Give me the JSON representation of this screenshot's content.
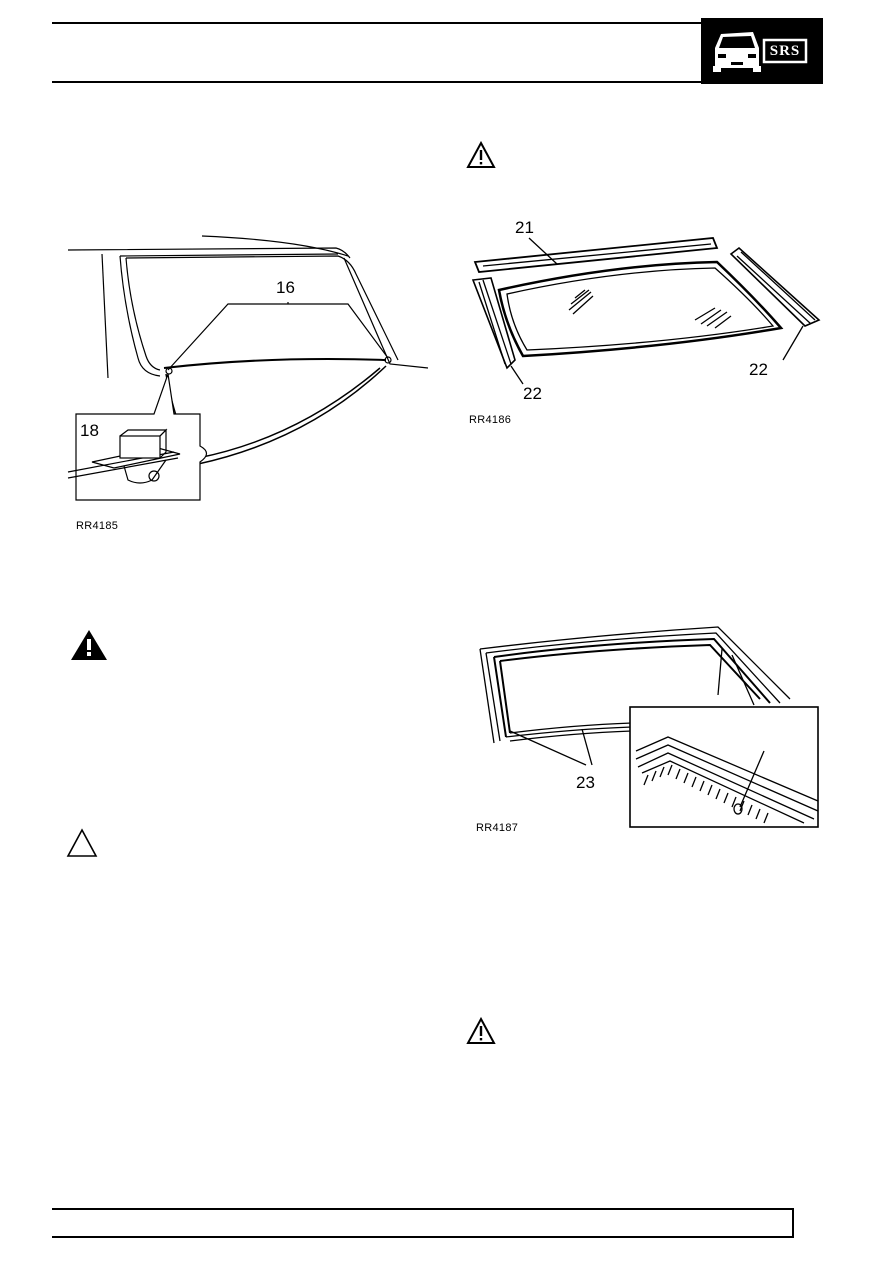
{
  "header": {
    "badge_label": "SRS",
    "badge_icon": "car-front-icon"
  },
  "figures": [
    {
      "id": "fig-1",
      "caption": "RR4185",
      "callouts": [
        "16",
        "18"
      ]
    },
    {
      "id": "fig-2",
      "caption": "RR4186",
      "callouts": [
        "21",
        "22",
        "22"
      ]
    },
    {
      "id": "fig-3",
      "caption": "RR4187",
      "callouts": [
        "23"
      ]
    }
  ],
  "icons": {
    "caution_1": "caution-triangle-icon",
    "warning": "warning-triangle-icon",
    "note": "note-triangle-icon",
    "caution_2": "caution-triangle-icon"
  },
  "colors": {
    "ink": "#000000",
    "paper": "#ffffff"
  }
}
